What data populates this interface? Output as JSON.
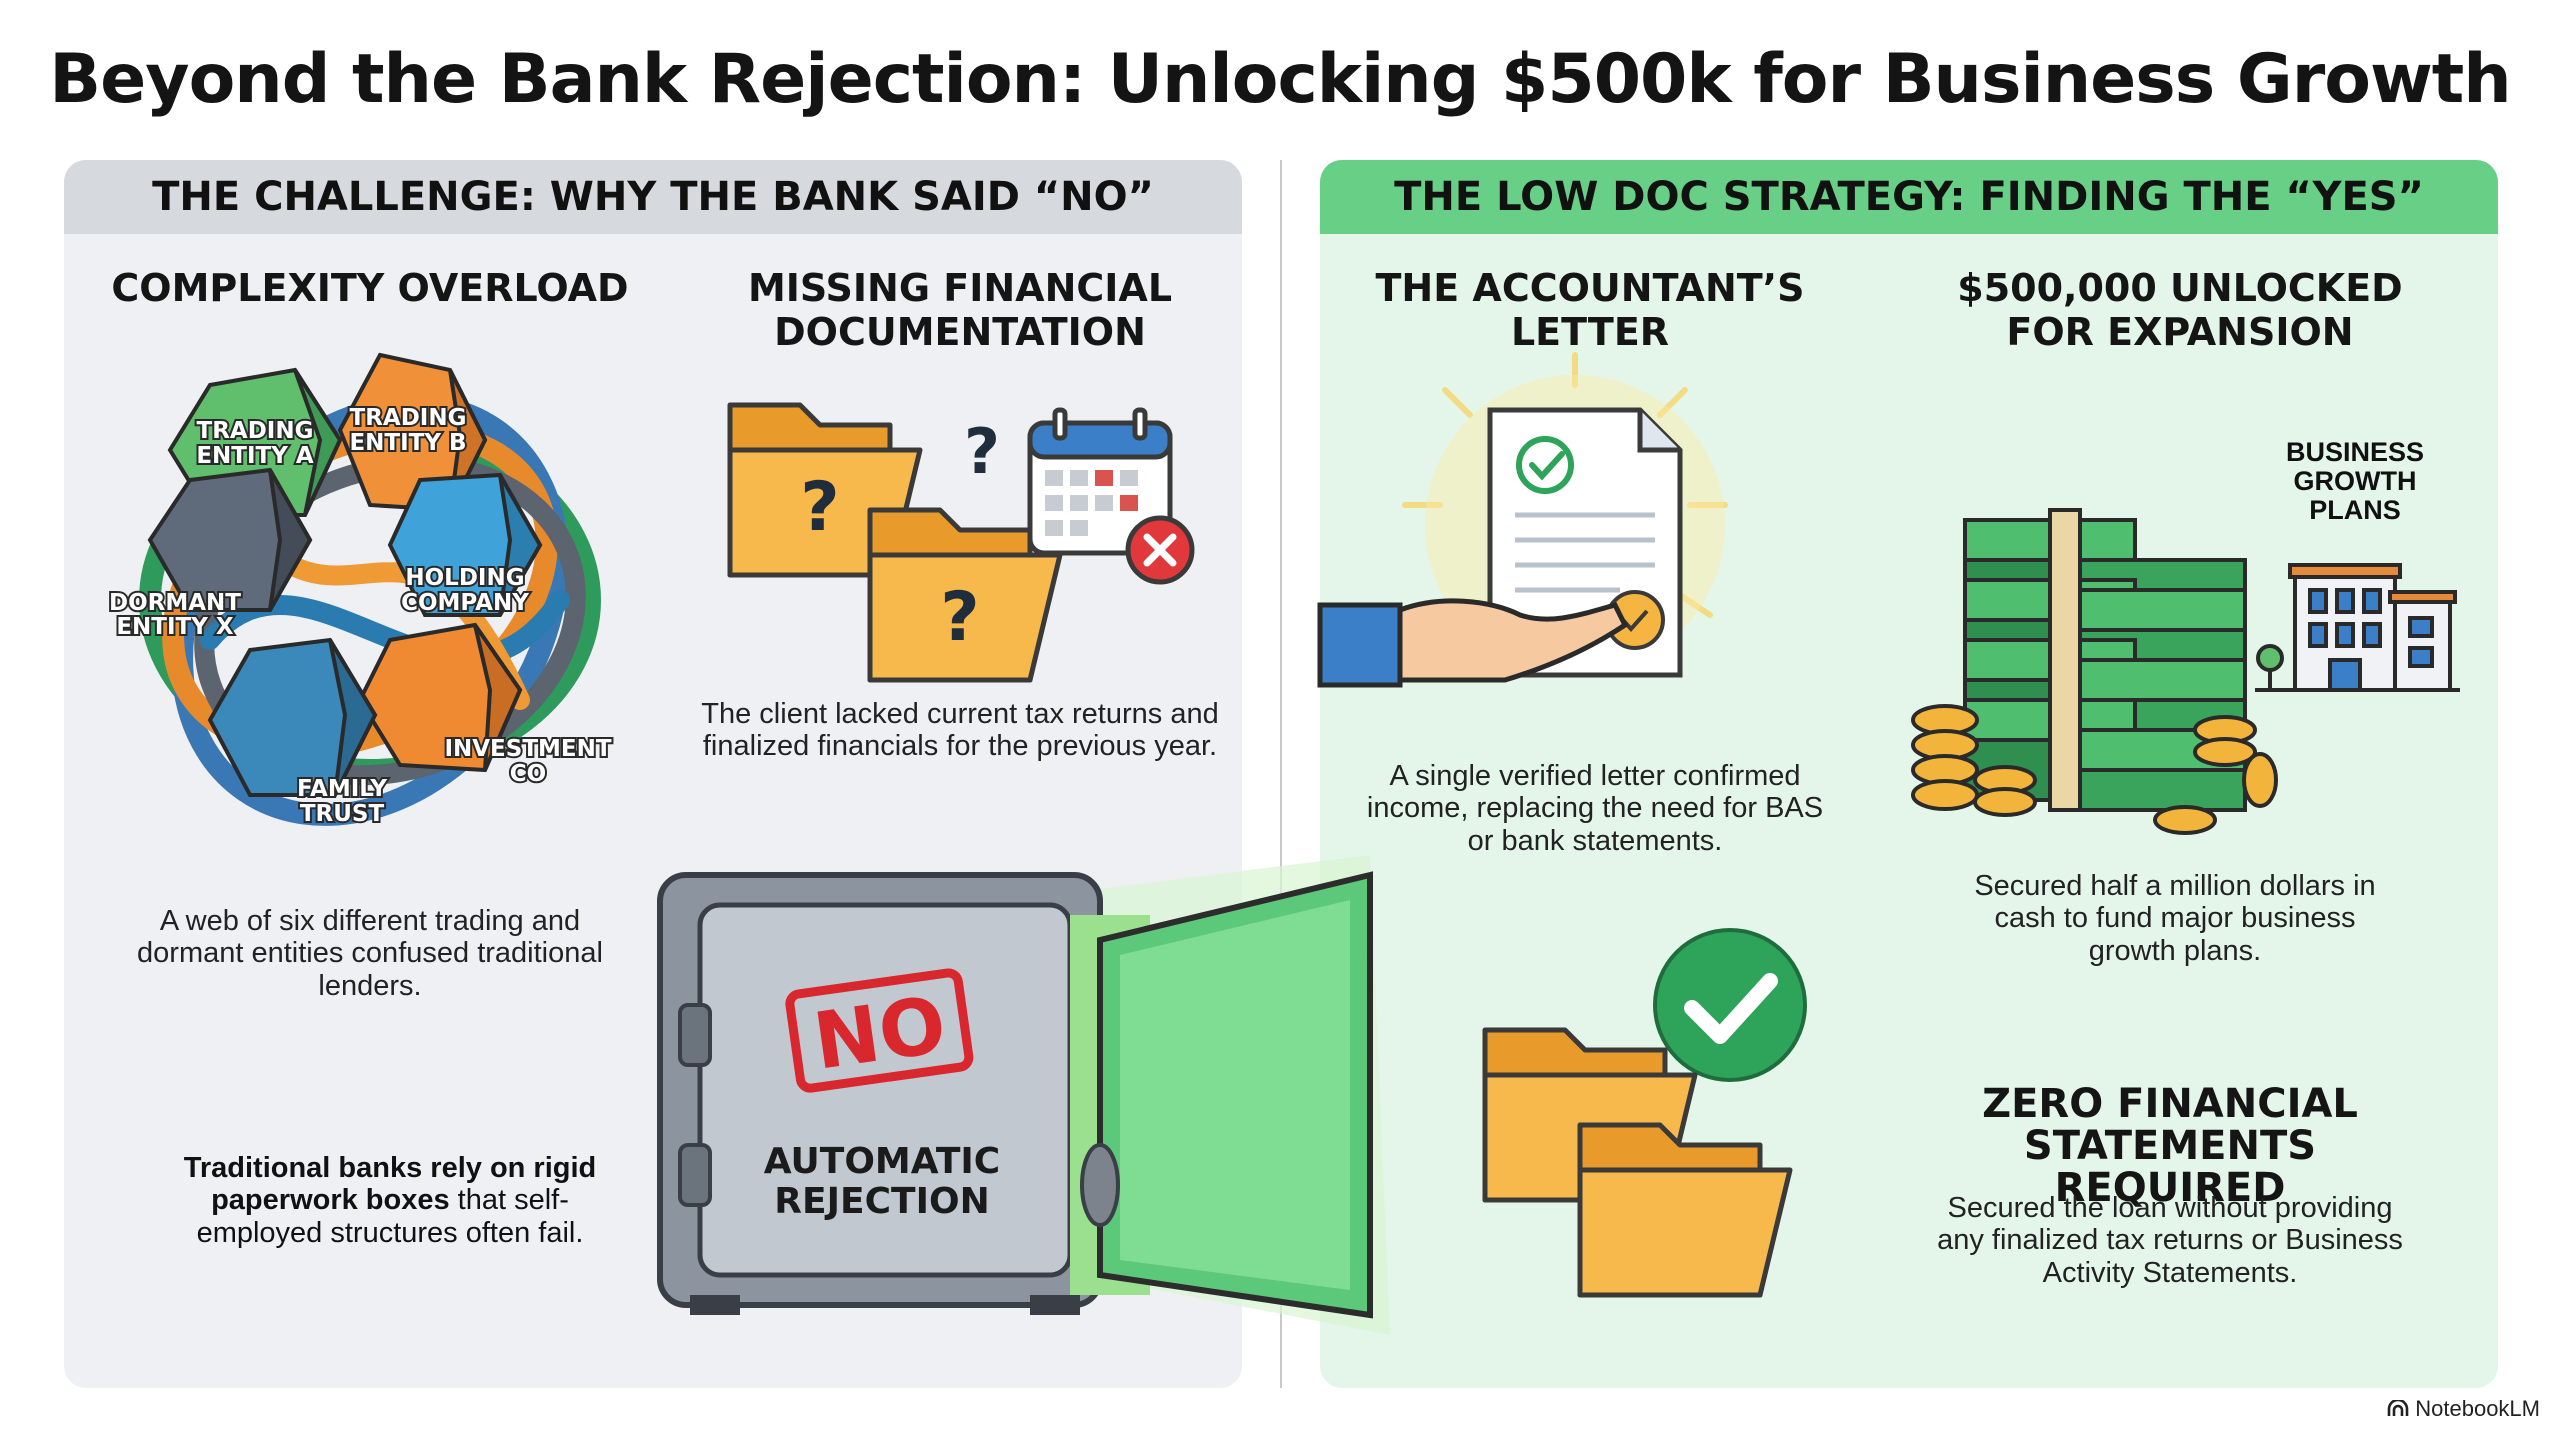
{
  "title": "Beyond the Bank Rejection: Unlocking $500k for Business Growth",
  "left_panel": {
    "header": "THE CHALLENGE: WHY THE BANK SAID “NO”",
    "complexity": {
      "heading": "COMPLEXITY OVERLOAD",
      "entities": {
        "trading_a": [
          "TRADING",
          "ENTITY A"
        ],
        "trading_b": [
          "TRADING",
          "ENTITY B"
        ],
        "holding": [
          "HOLDING",
          "COMPANY"
        ],
        "investment": [
          "INVESTMENT",
          "CO"
        ],
        "family_trust": [
          "FAMILY",
          "TRUST"
        ],
        "dormant": [
          "DORMANT",
          "ENTITY X"
        ]
      },
      "caption": "A web of six different trading and dormant entities confused traditional lenders."
    },
    "missing": {
      "heading": "MISSING FINANCIAL DOCUMENTATION",
      "caption": "The client lacked current tax returns and finalized financials for the previous year."
    },
    "rigid": {
      "caption_bold": "Traditional banks rely on rigid paperwork boxes",
      "caption_rest": " that self-employed structures often fail."
    },
    "safe": {
      "stamp": "NO",
      "label_line1": "AUTOMATIC",
      "label_line2": "REJECTION"
    }
  },
  "right_panel": {
    "header": "THE LOW DOC STRATEGY: FINDING THE “YES”",
    "letter": {
      "heading": "THE ACCOUNTANT’S LETTER",
      "caption": "A single verified letter confirmed income, replacing the need for BAS or bank statements."
    },
    "unlocked": {
      "heading": "$500,000 UNLOCKED FOR EXPANSION",
      "building_label": "BUSINESS GROWTH PLANS",
      "caption": "Secured half a million dollars in cash to fund major business growth plans."
    },
    "zero": {
      "heading": "ZERO FINANCIAL STATEMENTS REQUIRED",
      "caption": "Secured the loan without providing any finalized tax returns or Business Activity Statements."
    }
  },
  "footer": {
    "brand": "NotebookLM",
    "icon": "notebooklm-logo-icon"
  },
  "colors": {
    "left_panel_bg": "#eef0f3",
    "left_header_bg": "#d6d9de",
    "right_panel_bg": "#e4f6ea",
    "right_header_bg": "#67cf86",
    "stamp_red": "#d8282e",
    "check_green": "#2ea35a",
    "folder_orange": "#f5b540"
  }
}
